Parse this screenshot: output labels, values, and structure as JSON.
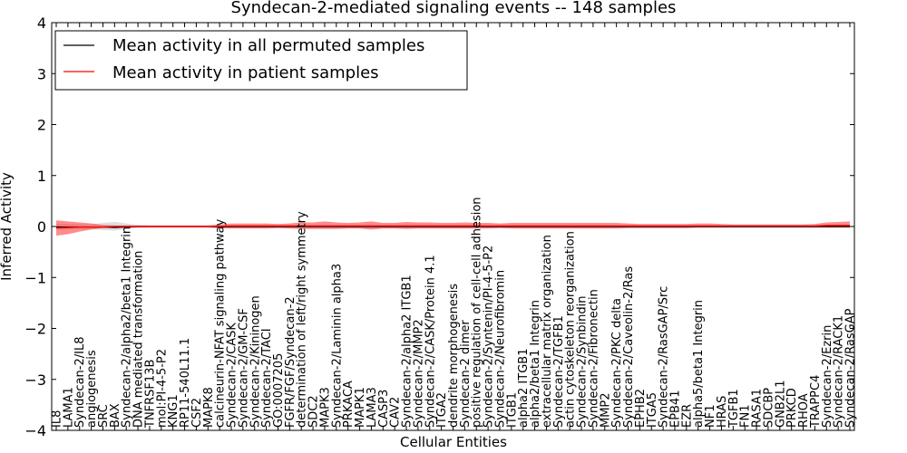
{
  "chart_data": {
    "type": "line",
    "title": "Syndecan-2-mediated signaling events -- 148 samples",
    "xlabel": "Cellular Entities",
    "ylabel": "Inferred Activity",
    "ylim": [
      -4,
      4
    ],
    "yticks": [
      -4,
      -3,
      -2,
      -1,
      0,
      1,
      2,
      3,
      4
    ],
    "grid": false,
    "legend_position": "top-left",
    "categories": [
      "IL8",
      "LAMA1",
      "Syndecan-2/IL8",
      "angiogenesis",
      "SRC",
      "BAX",
      "Syndecan-2/alpha2/beta1 Integrin",
      "DNA mediated transformation",
      "TNFRSF13B",
      "mol:PI-4-5-P2",
      "KNG1",
      "RP11-540L11.1",
      "CSF2",
      "MAPK8",
      "calcineurin-NFAT signaling pathway",
      "Syndecan-2/CASK",
      "Syndecan-2/GM-CSF",
      "Syndecan-2/Kininogen",
      "Syndecan-2/TACI",
      "GO:0007205",
      "FGFR/FGF/Syndecan-2",
      "determination of left/right symmetry",
      "SDC2",
      "MAPK3",
      "Syndecan-2/Laminin alpha3",
      "PRKACA",
      "MAPK1",
      "LAMA3",
      "CASP3",
      "CAV2",
      "Syndecan-2/alpha2 ITGB1",
      "Syndecan-2/MMP2",
      "Syndecan-2/CASK/Protein 4.1",
      "ITGA2",
      "dendrite morphogenesis",
      "Syndecan-2 dimer",
      "positive regulation of cell-cell adhesion",
      "Syndecan-2/Syntenin/PI-4-5-P2",
      "Syndecan-2/Neurofibromin",
      "ITGB1",
      "alpha2 ITGB1",
      "alpha2/beta1 Integrin",
      "extracellular matrix organization",
      "Syndecan-2/TGFB1",
      "actin cytoskeleton reorganization",
      "Syndecan-2/Synbindin",
      "Syndecan-2/Fibronectin",
      "MMP2",
      "Syndecan-2/PKC delta",
      "Syndecan-2/Caveolin-2/Ras",
      "EPHB2",
      "ITGA5",
      "Syndecan-2/RasGAP/Src",
      "EPB41",
      "EZR",
      "alpha5/beta1 Integrin",
      "NF1",
      "HRAS",
      "TGFB1",
      "FN1",
      "RASA1",
      "SDCBP",
      "GNB2L1",
      "PRKCD",
      "RHOA",
      "TRAPPC4",
      "Syndecan-2/Ezrin",
      "Syndecan-2/RACK1",
      "Syndecan-2/RasGAP"
    ],
    "series": [
      {
        "name": "Mean activity in all permuted samples",
        "color": "#000000",
        "values": [
          -0.01,
          -0.01,
          -0.01,
          -0.01,
          -0.01,
          -0.02,
          -0.01,
          0.0,
          0.0,
          0.0,
          0.0,
          0.0,
          0.0,
          0.0,
          -0.01,
          0.0,
          0.0,
          0.0,
          0.0,
          0.0,
          0.0,
          0.0,
          0.0,
          0.0,
          0.0,
          0.0,
          0.0,
          0.0,
          0.0,
          0.0,
          0.0,
          0.0,
          0.0,
          0.0,
          0.0,
          0.0,
          0.0,
          0.0,
          0.0,
          0.0,
          0.0,
          0.0,
          0.0,
          0.0,
          0.0,
          0.0,
          0.0,
          0.0,
          0.0,
          0.0,
          0.0,
          0.0,
          0.0,
          0.0,
          0.0,
          0.0,
          0.0,
          0.0,
          0.0,
          0.0,
          0.0,
          0.0,
          0.0,
          0.0,
          0.0,
          0.0,
          0.0,
          0.0,
          0.0
        ],
        "lower": [
          -0.06,
          -0.06,
          -0.05,
          -0.05,
          -0.07,
          -0.08,
          -0.05,
          -0.03,
          -0.02,
          -0.02,
          -0.02,
          -0.02,
          -0.02,
          -0.02,
          -0.03,
          -0.03,
          -0.03,
          -0.03,
          -0.03,
          -0.03,
          -0.03,
          -0.03,
          -0.03,
          -0.03,
          -0.03,
          -0.03,
          -0.03,
          -0.03,
          -0.03,
          -0.03,
          -0.03,
          -0.03,
          -0.03,
          -0.03,
          -0.03,
          -0.03,
          -0.03,
          -0.03,
          -0.03,
          -0.03,
          -0.03,
          -0.03,
          -0.03,
          -0.03,
          -0.03,
          -0.03,
          -0.03,
          -0.03,
          -0.03,
          -0.03,
          -0.03,
          -0.03,
          -0.03,
          -0.03,
          -0.03,
          -0.03,
          -0.03,
          -0.03,
          -0.03,
          -0.03,
          -0.03,
          -0.03,
          -0.03,
          -0.03,
          -0.03,
          -0.03,
          -0.03,
          -0.03,
          -0.03
        ],
        "upper": [
          0.05,
          0.05,
          0.04,
          0.04,
          0.07,
          0.09,
          0.06,
          0.03,
          0.02,
          0.02,
          0.02,
          0.02,
          0.02,
          0.02,
          0.03,
          0.03,
          0.03,
          0.03,
          0.03,
          0.03,
          0.03,
          0.03,
          0.03,
          0.03,
          0.03,
          0.03,
          0.03,
          0.03,
          0.03,
          0.03,
          0.03,
          0.03,
          0.03,
          0.03,
          0.03,
          0.03,
          0.03,
          0.03,
          0.03,
          0.03,
          0.03,
          0.03,
          0.03,
          0.03,
          0.03,
          0.03,
          0.03,
          0.03,
          0.03,
          0.03,
          0.03,
          0.03,
          0.03,
          0.03,
          0.03,
          0.03,
          0.03,
          0.03,
          0.03,
          0.03,
          0.03,
          0.03,
          0.03,
          0.03,
          0.03,
          0.03,
          0.03,
          0.03,
          0.03
        ]
      },
      {
        "name": "Mean activity in patient samples",
        "color": "#ff0000",
        "values": [
          -0.03,
          -0.02,
          -0.01,
          -0.01,
          -0.01,
          0.0,
          0.0,
          0.0,
          0.0,
          0.0,
          0.0,
          0.0,
          0.0,
          0.0,
          0.0,
          0.01,
          0.01,
          0.01,
          0.01,
          0.01,
          0.01,
          0.01,
          0.01,
          0.01,
          0.01,
          0.01,
          0.01,
          0.01,
          0.01,
          0.01,
          0.01,
          0.01,
          0.01,
          0.01,
          0.01,
          0.01,
          0.01,
          0.01,
          0.01,
          0.01,
          0.01,
          0.01,
          0.01,
          0.01,
          0.01,
          0.01,
          0.01,
          0.01,
          0.01,
          0.01,
          0.01,
          0.01,
          0.01,
          0.01,
          0.01,
          0.01,
          0.01,
          0.01,
          0.01,
          0.01,
          0.01,
          0.01,
          0.01,
          0.01,
          0.01,
          0.01,
          0.02,
          0.02,
          0.02
        ],
        "lower": [
          -0.18,
          -0.15,
          -0.1,
          -0.06,
          -0.03,
          -0.02,
          -0.02,
          -0.02,
          -0.02,
          -0.02,
          -0.02,
          -0.02,
          -0.02,
          -0.02,
          -0.03,
          -0.04,
          -0.04,
          -0.04,
          -0.04,
          -0.03,
          -0.04,
          -0.05,
          -0.05,
          -0.05,
          -0.05,
          -0.04,
          -0.04,
          -0.06,
          -0.04,
          -0.04,
          -0.05,
          -0.04,
          -0.04,
          -0.04,
          -0.04,
          -0.04,
          -0.04,
          -0.04,
          -0.03,
          -0.04,
          -0.04,
          -0.04,
          -0.04,
          -0.04,
          -0.04,
          -0.04,
          -0.04,
          -0.04,
          -0.04,
          -0.03,
          -0.03,
          -0.03,
          -0.03,
          -0.03,
          -0.03,
          -0.02,
          -0.02,
          -0.02,
          -0.02,
          -0.02,
          -0.02,
          -0.02,
          -0.02,
          -0.02,
          -0.02,
          -0.02,
          -0.02,
          -0.02,
          -0.02
        ],
        "upper": [
          0.12,
          0.1,
          0.08,
          0.06,
          0.03,
          0.02,
          0.02,
          0.02,
          0.02,
          0.02,
          0.02,
          0.02,
          0.02,
          0.02,
          0.04,
          0.06,
          0.06,
          0.06,
          0.06,
          0.05,
          0.06,
          0.08,
          0.08,
          0.1,
          0.08,
          0.07,
          0.08,
          0.1,
          0.07,
          0.07,
          0.09,
          0.08,
          0.08,
          0.07,
          0.07,
          0.08,
          0.07,
          0.07,
          0.06,
          0.07,
          0.07,
          0.07,
          0.07,
          0.07,
          0.07,
          0.07,
          0.07,
          0.07,
          0.07,
          0.06,
          0.05,
          0.05,
          0.05,
          0.05,
          0.05,
          0.06,
          0.06,
          0.05,
          0.04,
          0.04,
          0.04,
          0.04,
          0.04,
          0.04,
          0.04,
          0.05,
          0.08,
          0.09,
          0.1
        ]
      }
    ]
  }
}
